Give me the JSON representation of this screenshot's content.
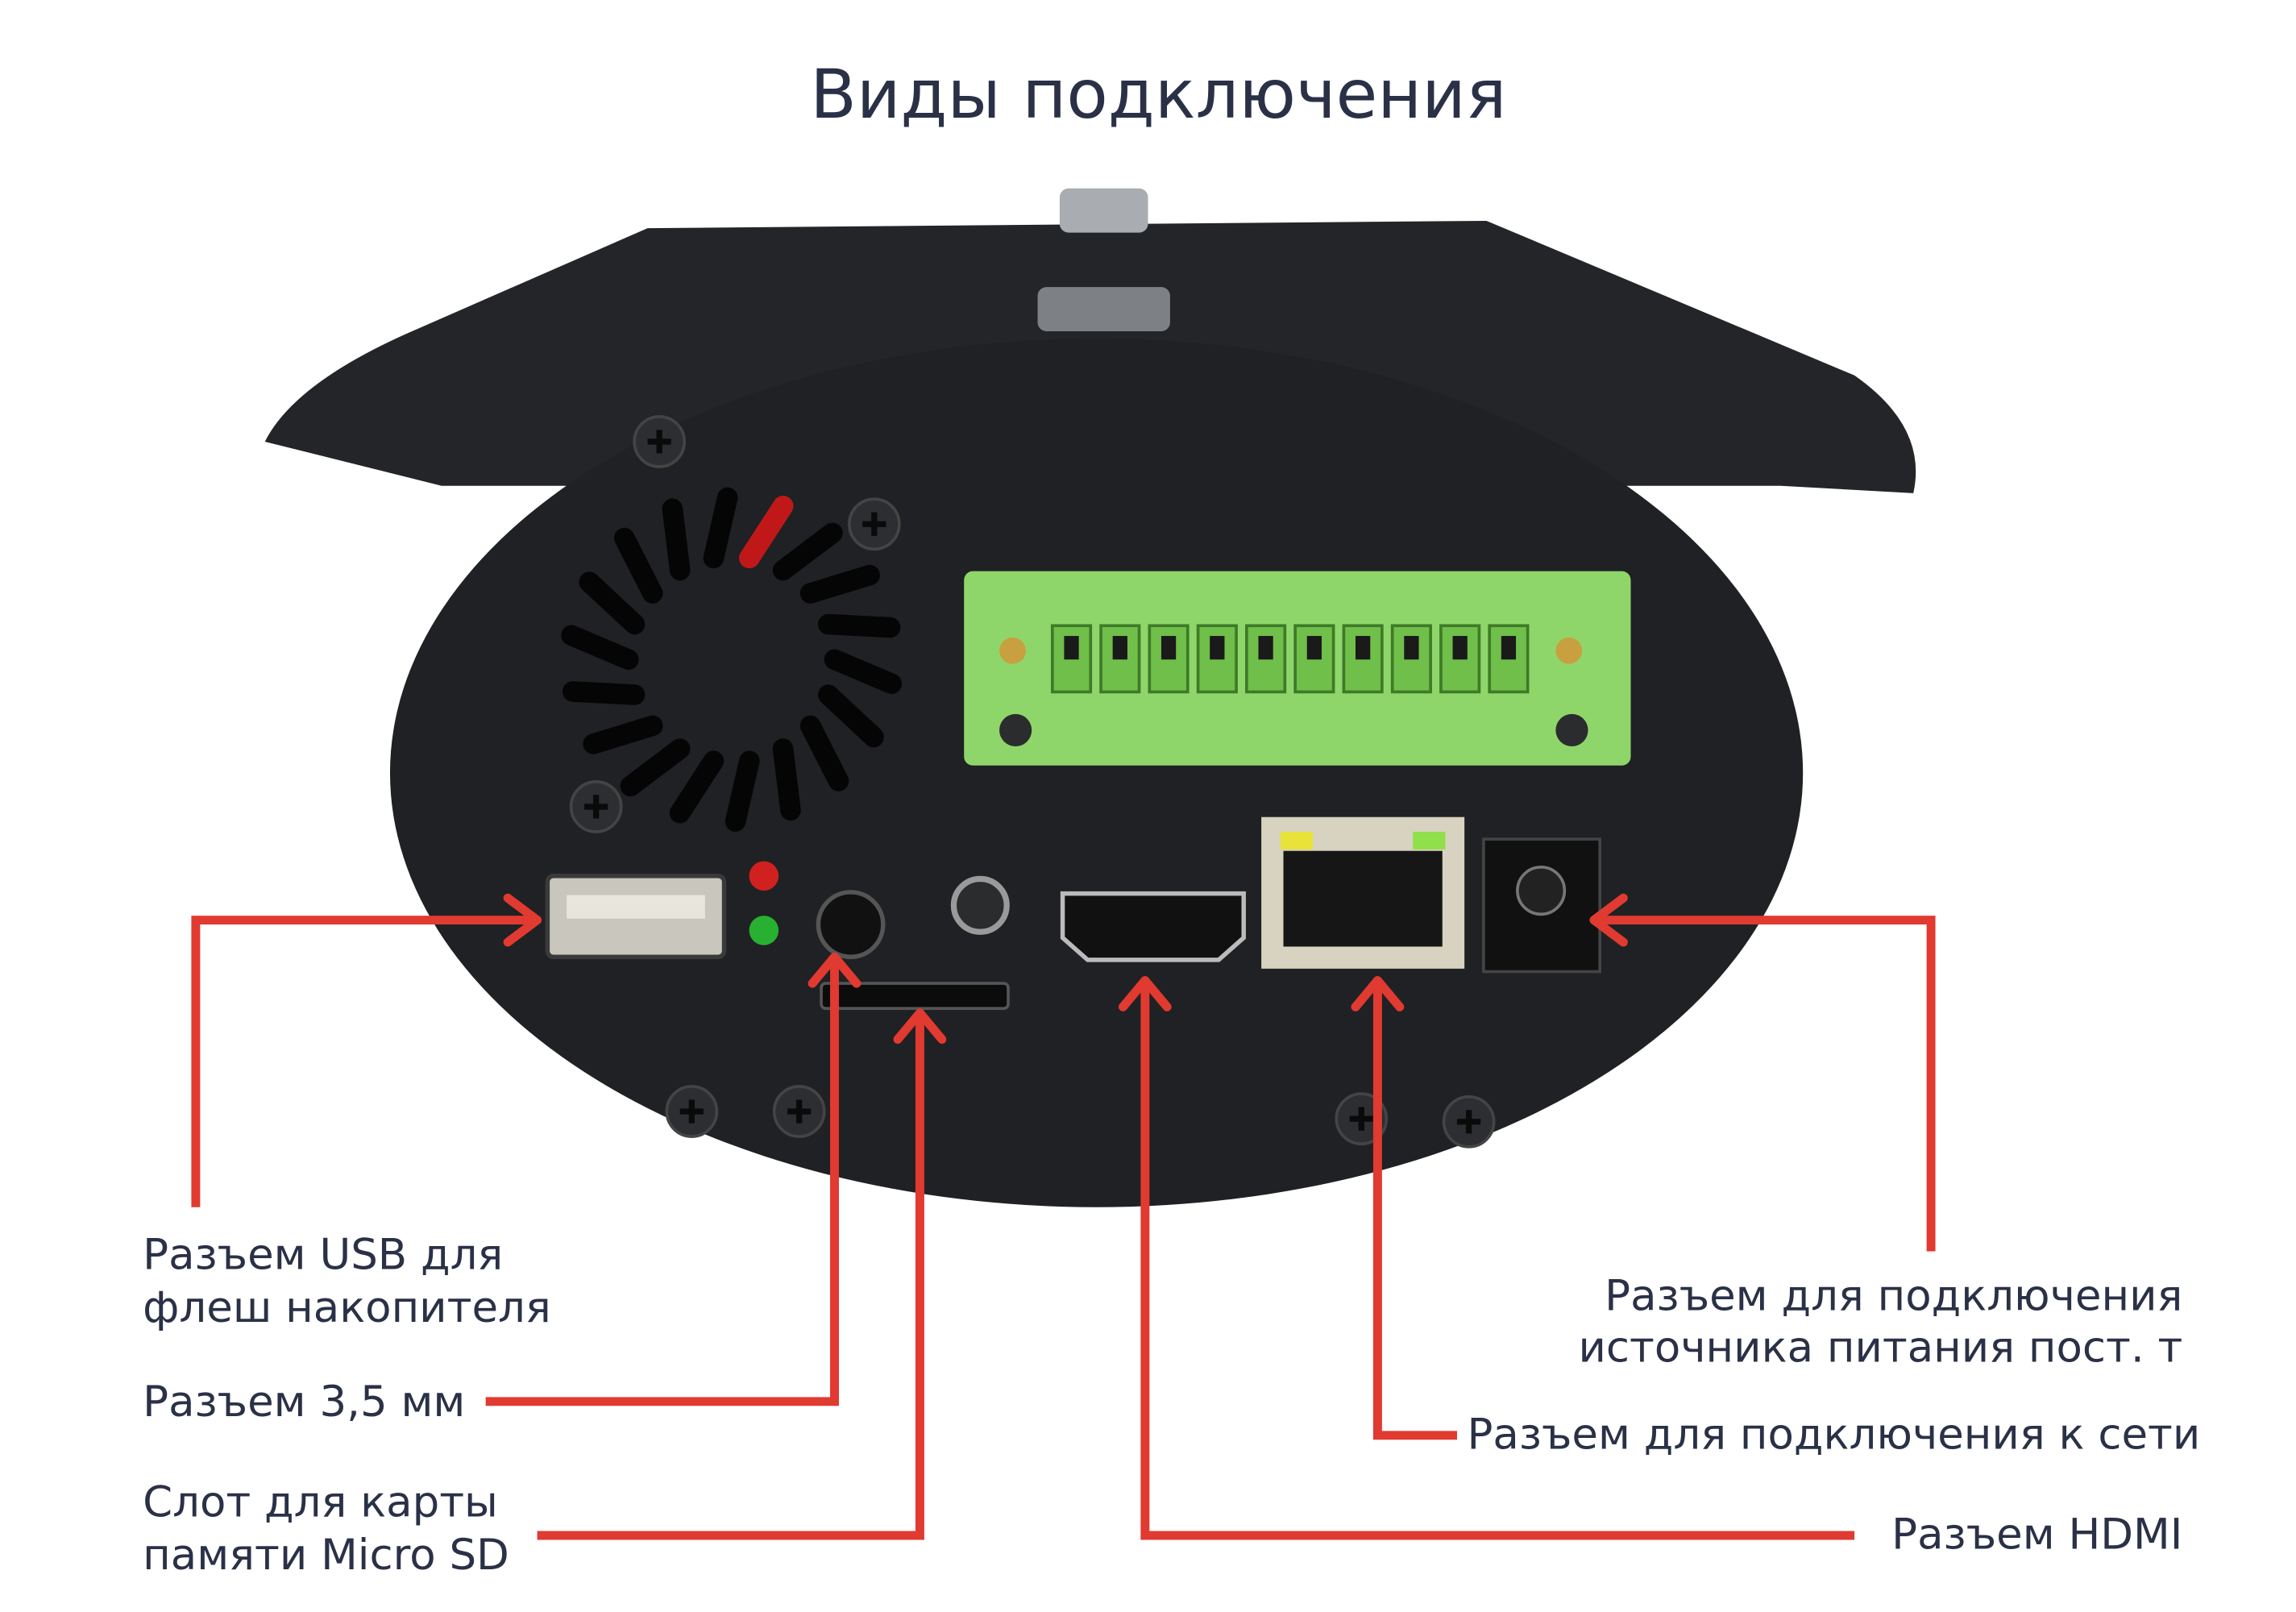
{
  "title": "Виды подключения",
  "labels": {
    "usb": [
      "Разъем USB  для",
      "флеш накопителя"
    ],
    "audio": "Разъем 3,5 мм",
    "sd": [
      "Слот для карты",
      "памяти Micro SD"
    ],
    "power": [
      "Разъем для подключения",
      "источника питания пост. т"
    ],
    "network": "Разъем для подключения к сети",
    "hdmi": "Разъем HDMI"
  },
  "colors": {
    "arrow": "#e03a31",
    "text": "#2a3147",
    "terminal": "#8fd66a",
    "body": "#1f2124"
  }
}
